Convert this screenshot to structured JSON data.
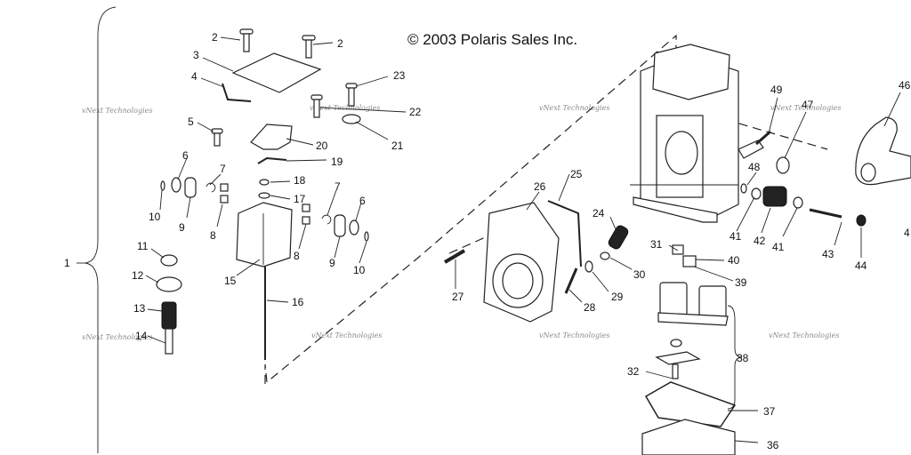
{
  "copyright": "© 2003 Polaris Sales Inc.",
  "watermark": "vNext Technologies",
  "callouts": [
    "1",
    "2",
    "2",
    "3",
    "4",
    "5",
    "6",
    "6",
    "7",
    "7",
    "8",
    "8",
    "9",
    "9",
    "10",
    "10",
    "11",
    "12",
    "13",
    "14",
    "15",
    "16",
    "17",
    "18",
    "19",
    "20",
    "21",
    "22",
    "23",
    "24",
    "25",
    "26",
    "27",
    "28",
    "29",
    "30",
    "31",
    "32",
    "36",
    "37",
    "38",
    "39",
    "40",
    "41",
    "41",
    "42",
    "43",
    "44",
    "46",
    "47",
    "48",
    "49",
    "4"
  ]
}
